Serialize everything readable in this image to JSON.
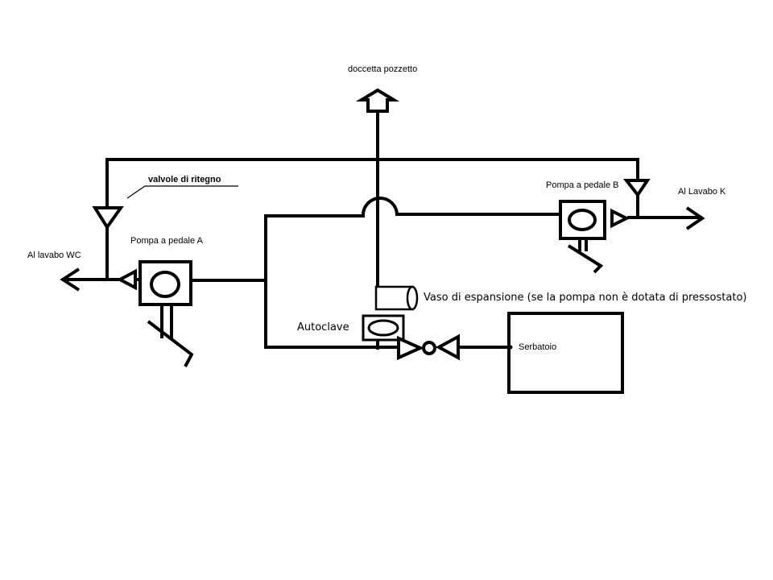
{
  "labels": {
    "shower": "doccetta pozzetto",
    "check_valves": "valvole di ritegno",
    "pump_b": "Pompa a pedale B",
    "sink_k": "Al Lavabo K",
    "sink_wc": "Al lavabo WC",
    "pump_a": "Pompa a pedale A",
    "expansion_tank": "Vaso di espansione (se la pompa non è dotata di pressostato)",
    "autoclave": "Autoclave",
    "tank": "Serbatoio"
  },
  "colors": {
    "line": "#000000",
    "background": "#ffffff"
  }
}
